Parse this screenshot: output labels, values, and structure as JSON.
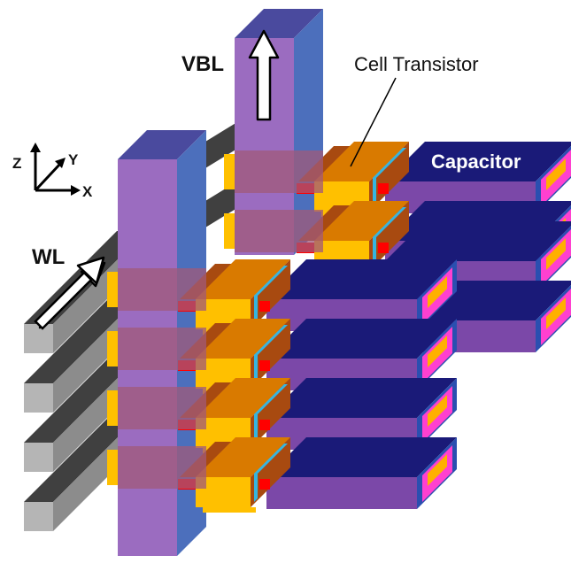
{
  "figure": {
    "title": "3D DRAM cell array with vertical bit line",
    "labels": {
      "vbl": "VBL",
      "wl": "WL",
      "cell_transistor": "Cell Transistor",
      "capacitor": "Capacitor"
    },
    "axes": {
      "z": "Z",
      "y": "Y",
      "x": "X"
    },
    "structure": {
      "layers": 2,
      "rows_front_layer": 4,
      "rows_back_layer": 2,
      "word_lines": 4,
      "vertical_bit_lines": 2
    },
    "colors": {
      "vbl_front": "#9b6cc0",
      "vbl_side": "#4c6fbc",
      "vbl_top": "#4a4a9e",
      "wl_top": "#404040",
      "wl_front": "#b5b5b5",
      "wl_side": "#8c8c8c",
      "transistor_front": "#ffc000",
      "transistor_top": "#d97a00",
      "transistor_side": "#a84a10",
      "contact": "#ff0000",
      "liner": "#35b5e0",
      "capacitor_front": "#7b48a8",
      "capacitor_top": "#1a1a78",
      "capacitor_end_outer": "#2a4fb0",
      "capacitor_end_mid": "#ff40d0",
      "capacitor_end_inner": "#ffb000",
      "overlap": "#a05a7a"
    }
  }
}
